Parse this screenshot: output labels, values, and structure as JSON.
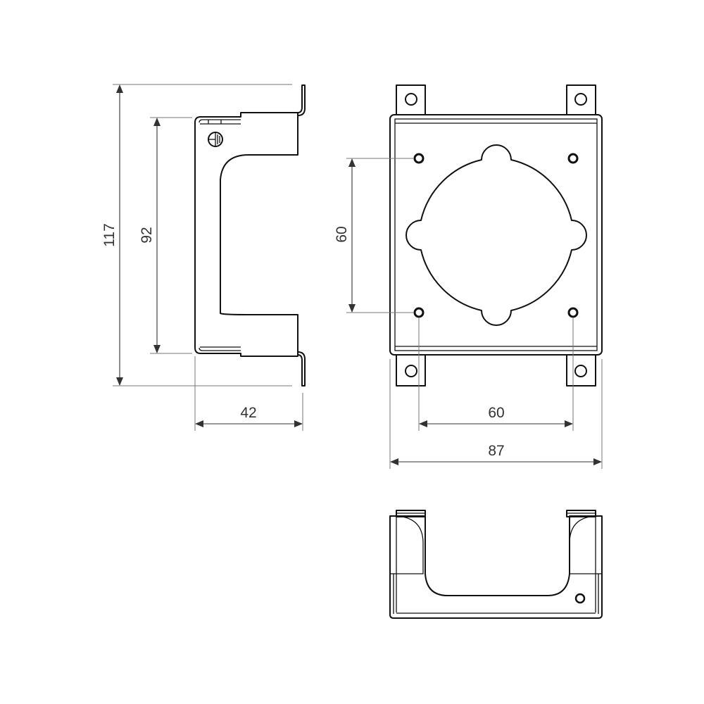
{
  "drawing": {
    "type": "technical-drawing",
    "subject": "mounting bracket",
    "views": [
      {
        "name": "side-view"
      },
      {
        "name": "front-view"
      },
      {
        "name": "bottom-view"
      }
    ],
    "symbols": {
      "ground": "earth-ground-symbol"
    },
    "colors": {
      "line": "#111111",
      "dimension": "#333333",
      "extension": "#777777",
      "background": "#ffffff"
    }
  },
  "dimensions": {
    "overall_height": "117",
    "body_height": "92",
    "depth": "42",
    "hole_vertical_spacing": "60",
    "hole_horizontal_spacing": "60",
    "overall_width": "87"
  }
}
